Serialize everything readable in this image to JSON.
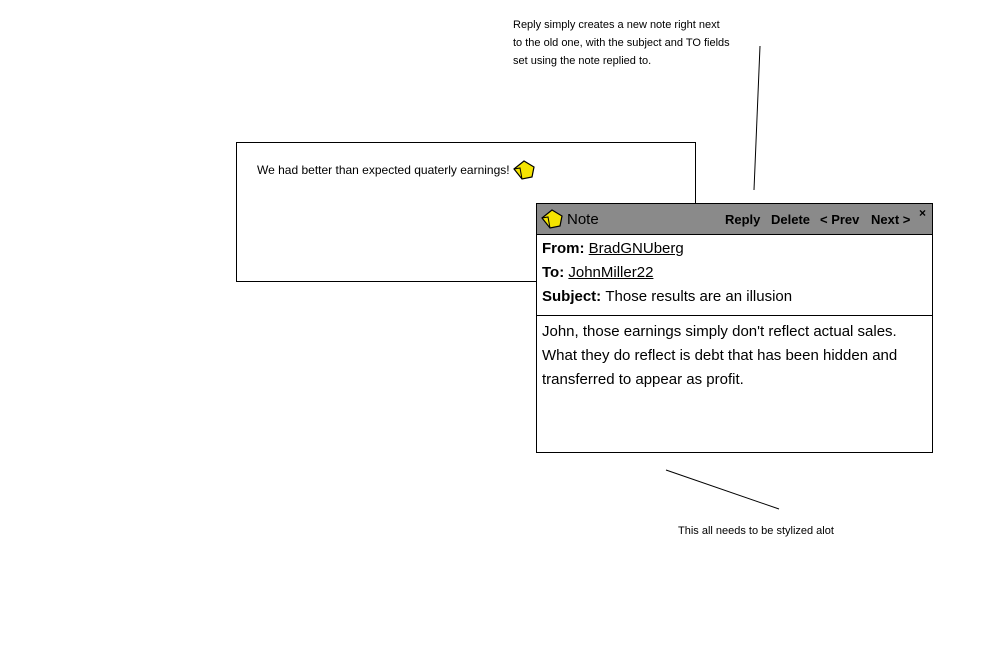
{
  "annotations": {
    "top": [
      "Reply simply creates a new note right next",
      "to the old one, with the subject and TO fields",
      "set using the note replied to."
    ],
    "bottom": "This all needs to be stylized alot"
  },
  "document": {
    "text": "We had better than expected quaterly earnings!",
    "note_icon": "sticky-note-icon"
  },
  "note": {
    "icon": "sticky-note-icon",
    "title": "Note",
    "buttons": {
      "reply": "Reply",
      "delete": "Delete",
      "prev": "< Prev",
      "next": "Next >",
      "close": "×"
    },
    "from_label": "From:",
    "from_value": "BradGNUberg",
    "to_label": "To:",
    "to_value": "JohnMiller22",
    "subject_label": "Subject:",
    "subject_value": "Those results are an illusion",
    "body": [
      "John, those earnings simply don't reflect actual sales.",
      "What they do reflect is debt that has been hidden and",
      "transferred to appear as profit."
    ]
  },
  "colors": {
    "titlebar": "#8a8a8a",
    "note_icon_fill": "#f5e400"
  }
}
